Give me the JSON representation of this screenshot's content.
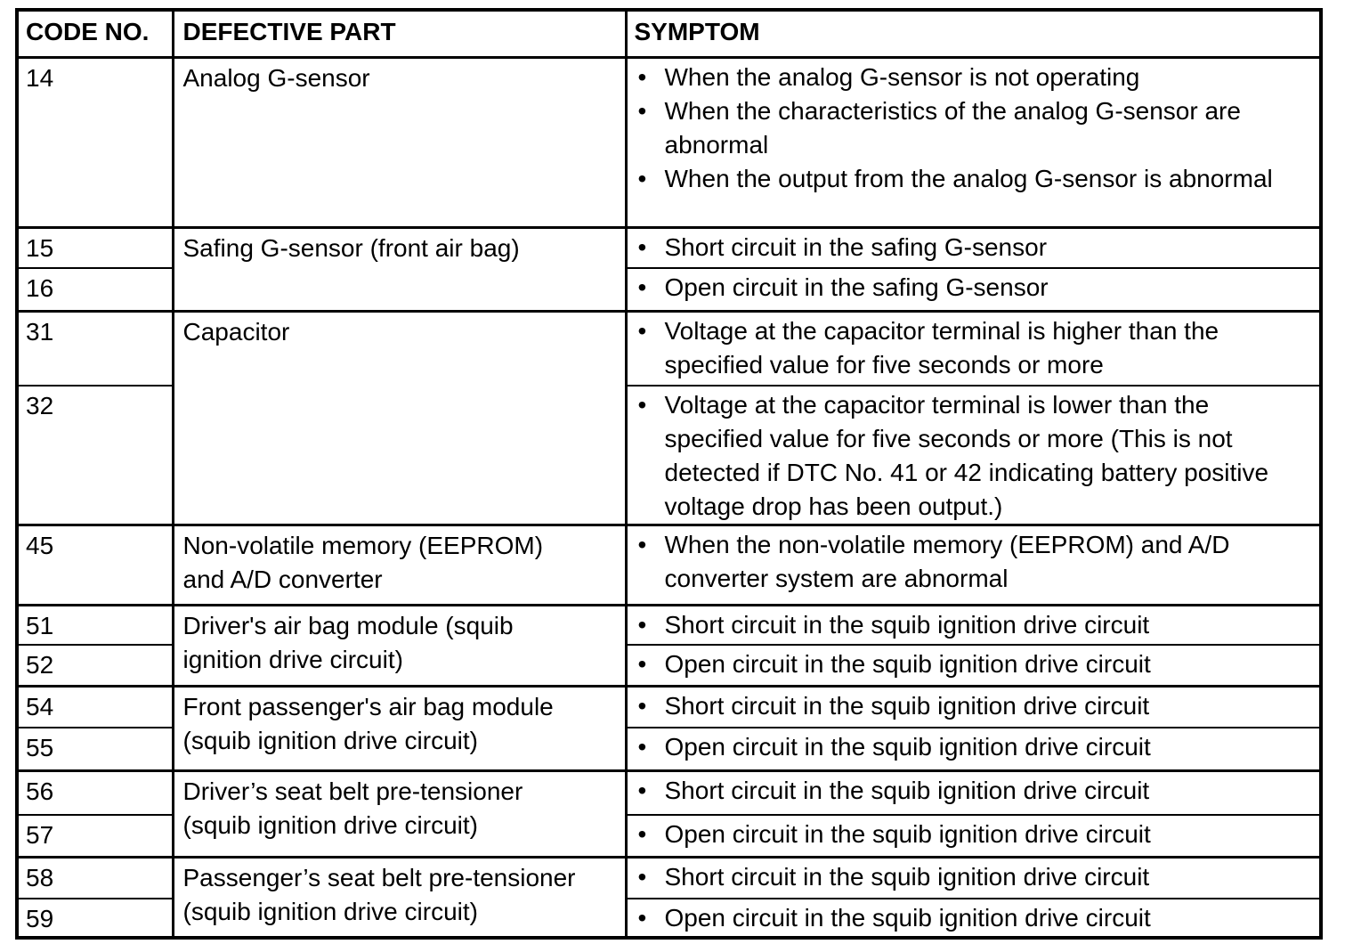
{
  "page": {
    "background_color": "#ffffff",
    "text_color": "#000000",
    "border_color": "#000000"
  },
  "glyphs": {
    "bullet": "•"
  },
  "table": {
    "headers": {
      "code": "CODE NO.",
      "part": "DEFECTIVE PART",
      "symptom": "SYMPTOM"
    },
    "groups": [
      {
        "part": "Analog G-sensor",
        "entries": [
          {
            "code": "14",
            "symptoms": [
              "When the analog G-sensor is not operating",
              "When the characteristics of the analog G-sensor are abnormal",
              "When the output from the analog G-sensor is abnormal"
            ]
          }
        ]
      },
      {
        "part": "Safing G-sensor (front air bag)",
        "entries": [
          {
            "code": "15",
            "symptoms": [
              "Short circuit in the safing G-sensor"
            ]
          },
          {
            "code": "16",
            "symptoms": [
              "Open circuit in the safing G-sensor"
            ]
          }
        ]
      },
      {
        "part": "Capacitor",
        "entries": [
          {
            "code": "31",
            "symptoms": [
              "Voltage at the capacitor terminal is higher than the specified value for five seconds or more"
            ]
          },
          {
            "code": "32",
            "symptoms": [
              "Voltage at the capacitor terminal is lower than the specified value for five seconds or more (This is not detected if DTC No. 41 or 42 indicating battery positive voltage drop has been output.)"
            ]
          }
        ]
      },
      {
        "part": "Non-volatile memory (EEPROM) and A/D converter",
        "entries": [
          {
            "code": "45",
            "symptoms": [
              "When the non-volatile memory (EEPROM) and A/D converter system are abnormal"
            ]
          }
        ]
      },
      {
        "part": "Driver's air bag module (squib ignition drive circuit)",
        "entries": [
          {
            "code": "51",
            "symptoms": [
              "Short circuit in the squib ignition drive circuit"
            ]
          },
          {
            "code": "52",
            "symptoms": [
              "Open circuit in the squib ignition drive circuit"
            ]
          }
        ]
      },
      {
        "part": "Front passenger's air bag module (squib ignition drive circuit)",
        "entries": [
          {
            "code": "54",
            "symptoms": [
              "Short circuit in the squib ignition drive circuit"
            ]
          },
          {
            "code": "55",
            "symptoms": [
              "Open circuit in the squib ignition drive circuit"
            ]
          }
        ]
      },
      {
        "part": "Driver’s seat belt pre-tensioner (squib ignition drive circuit)",
        "entries": [
          {
            "code": "56",
            "symptoms": [
              "Short circuit in the squib ignition drive circuit"
            ]
          },
          {
            "code": "57",
            "symptoms": [
              "Open circuit in the squib ignition drive circuit"
            ]
          }
        ]
      },
      {
        "part": "Passenger’s seat belt pre-tensioner (squib ignition drive circuit)",
        "entries": [
          {
            "code": "58",
            "symptoms": [
              "Short circuit in the squib ignition drive circuit"
            ]
          },
          {
            "code": "59",
            "symptoms": [
              "Open circuit in the squib ignition drive circuit"
            ]
          }
        ]
      }
    ]
  }
}
